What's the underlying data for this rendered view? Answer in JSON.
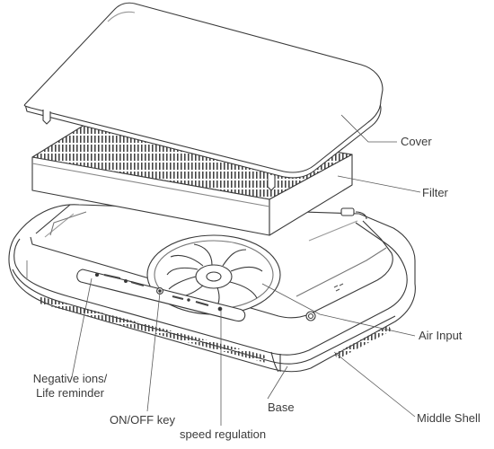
{
  "labels": {
    "cover": "Cover",
    "filter": "Filter",
    "air_input": "Air Input",
    "middle_shell": "Middle Shell",
    "base": "Base",
    "speed_regulation": "speed regulation",
    "on_off_key": "ON/OFF  key",
    "negative_ions_line1": "Negative ions/",
    "negative_ions_line2": "Life reminder"
  },
  "colors": {
    "line": "#3a3a3a",
    "label_text": "#3c3c3c",
    "background": "#ffffff"
  }
}
